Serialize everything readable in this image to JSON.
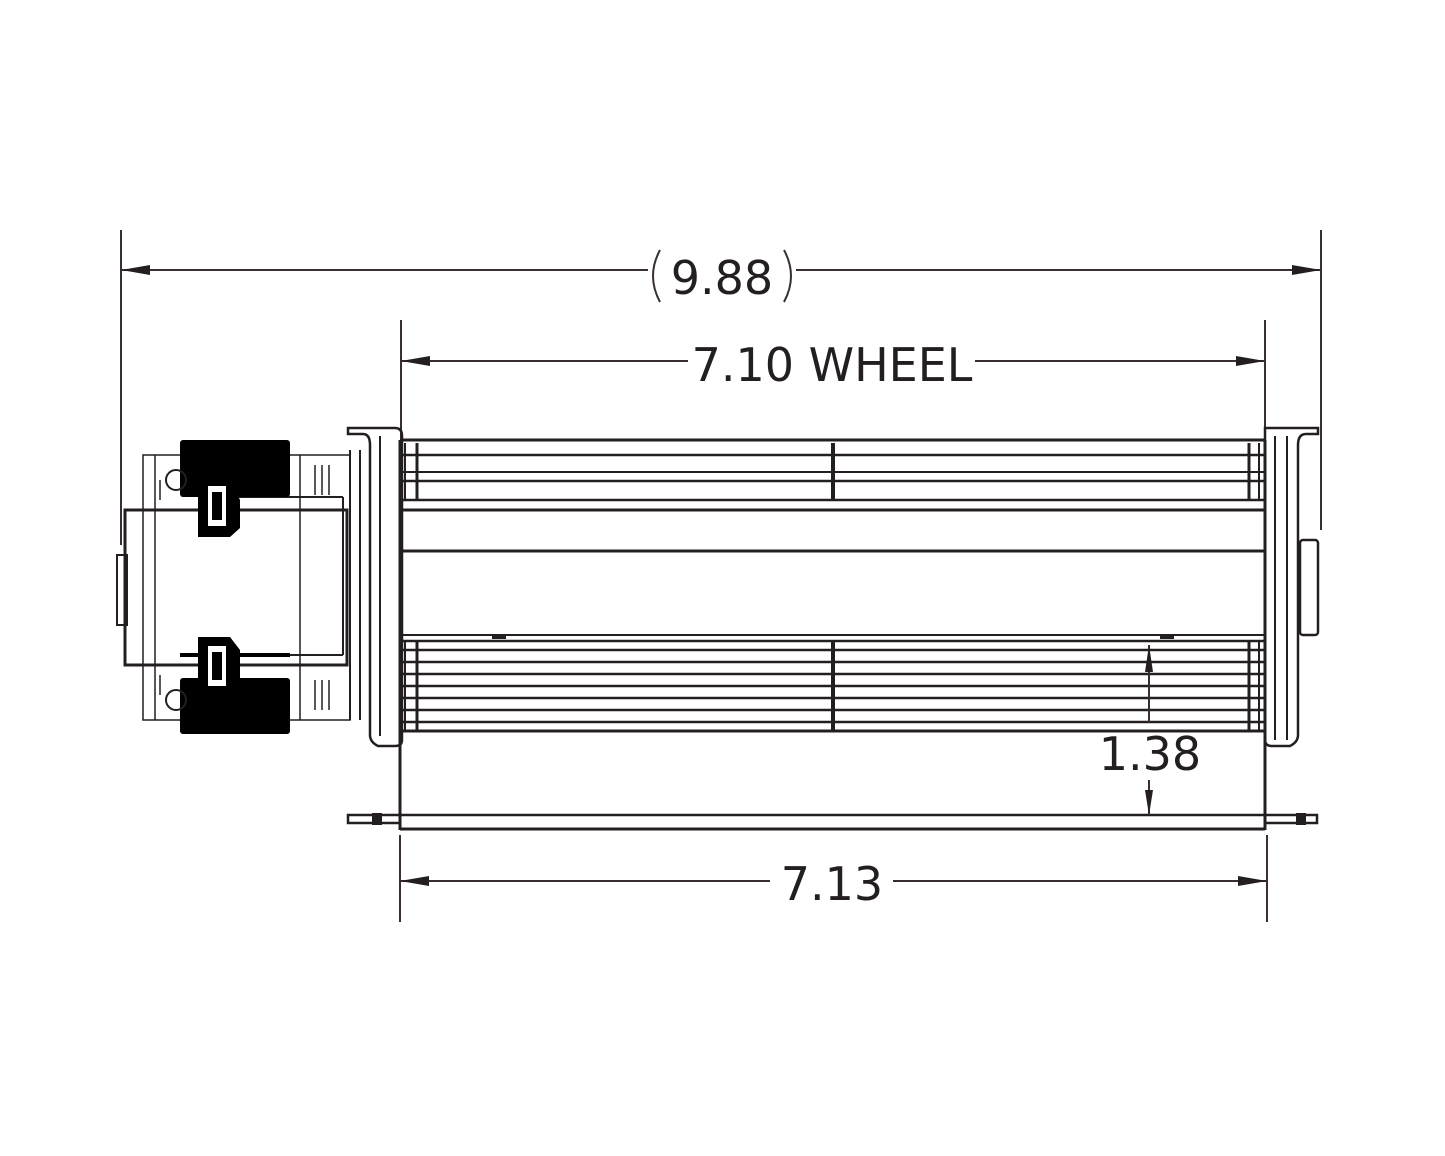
{
  "dimensions": {
    "overall": {
      "value": "9.88",
      "reference": true
    },
    "wheel": {
      "value": "7.10 WHEEL"
    },
    "housing": {
      "value": "7.13"
    },
    "outlet_height": {
      "value": "1.38"
    }
  },
  "colors": {
    "line": "#231f20",
    "motor_fill": "#000000",
    "background": "#ffffff"
  }
}
